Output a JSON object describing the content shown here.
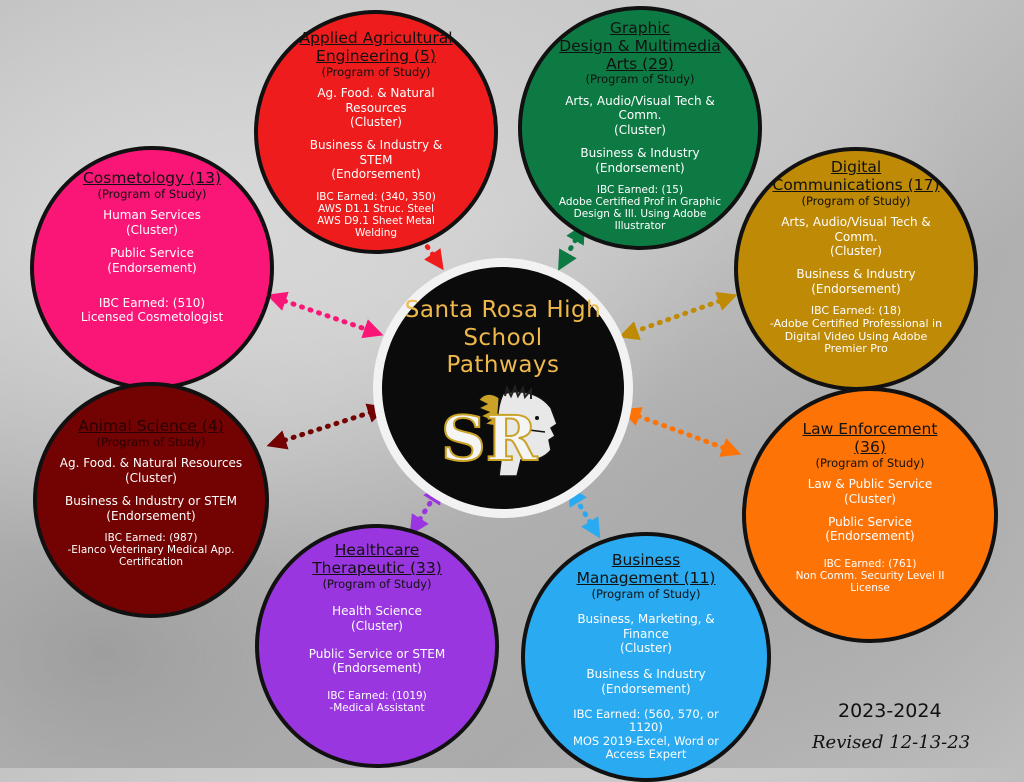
{
  "hub": {
    "title": "Santa Rosa High School Pathways",
    "logo_icon": "sr-warrior-logo-icon",
    "logo_text": "SR"
  },
  "pathways": [
    {
      "title_lines": [
        "Applied Agricultural",
        "Engineering (5)"
      ],
      "subtitle": "(Program of Study)",
      "cluster": "Ag. Food. & Natural Resources",
      "cluster_label": "(Cluster)",
      "endorsement": "Business & Industry & STEM",
      "endorsement_label": "(Endorsement)",
      "ibc": [
        "IBC Earned: (340, 350)",
        "AWS D1.1 Struc. Steel",
        "AWS D9.1 Sheet Metal",
        "Welding"
      ],
      "color": "#ee1c1c"
    },
    {
      "title_lines": [
        "Graphic",
        "Design & Multimedia",
        "Arts (29)"
      ],
      "subtitle": "(Program of Study)",
      "cluster": "Arts, Audio/Visual Tech & Comm.",
      "cluster_label": "(Cluster)",
      "endorsement": "Business & Industry",
      "endorsement_label": "(Endorsement)",
      "ibc": [
        "IBC Earned: (15)",
        "Adobe Certified Prof in Graphic",
        "Design & Ill. Using Adobe",
        "Illustrator"
      ],
      "color": "#0d7a44"
    },
    {
      "title_lines": [
        "Cosmetology (13)"
      ],
      "subtitle": "(Program of Study)",
      "cluster": "Human Services",
      "cluster_label": "(Cluster)",
      "endorsement": "Public Service",
      "endorsement_label": "(Endorsement)",
      "ibc": [
        "IBC Earned: (510)",
        "Licensed Cosmetologist"
      ],
      "color": "#fa1676"
    },
    {
      "title_lines": [
        "Digital",
        "Communications (17)"
      ],
      "subtitle": "(Program of Study)",
      "cluster": "Arts, Audio/Visual Tech & Comm.",
      "cluster_label": "(Cluster)",
      "endorsement": "Business & Industry",
      "endorsement_label": "(Endorsement)",
      "ibc": [
        "IBC Earned: (18)",
        "-Adobe Certified Professional in",
        "Digital Video Using Adobe",
        "Premier Pro"
      ],
      "color": "#bf8a06"
    },
    {
      "title_lines": [
        "Animal Science (4)"
      ],
      "subtitle": "(Program of Study)",
      "cluster": "Ag. Food. & Natural Resources",
      "cluster_label": "(Cluster)",
      "endorsement": "Business & Industry or STEM",
      "endorsement_label": "(Endorsement)",
      "ibc": [
        "IBC Earned: (987)",
        "-Elanco Veterinary Medical App.",
        "Certification"
      ],
      "color": "#730202"
    },
    {
      "title_lines": [
        "Law Enforcement",
        "(36)"
      ],
      "subtitle": "(Program of Study)",
      "cluster": "Law & Public Service",
      "cluster_label": "(Cluster)",
      "endorsement": "Public Service",
      "endorsement_label": "(Endorsement)",
      "ibc": [
        "IBC Earned: (761)",
        "Non Comm. Security Level II",
        "License"
      ],
      "color": "#fd7306"
    },
    {
      "title_lines": [
        "Healthcare",
        "Therapeutic (33)"
      ],
      "subtitle": "(Program of Study)",
      "cluster": "Health Science",
      "cluster_label": "(Cluster)",
      "endorsement": "Public Service or STEM",
      "endorsement_label": "(Endorsement)",
      "ibc": [
        "IBC Earned: (1019)",
        "-Medical Assistant"
      ],
      "color": "#9a36df"
    },
    {
      "title_lines": [
        "Business",
        "Management (11)"
      ],
      "subtitle": "(Program of Study)",
      "cluster": "Business, Marketing, & Finance",
      "cluster_label": "(Cluster)",
      "endorsement": "Business & Industry",
      "endorsement_label": "(Endorsement)",
      "ibc": [
        "IBC Earned: (560, 570, or 1120)",
        "MOS 2019-Excel, Word or",
        "Access Expert"
      ],
      "color": "#2aaaf0"
    }
  ],
  "footer": {
    "year": "2023-2024",
    "revised": "Revised 12-13-23"
  }
}
